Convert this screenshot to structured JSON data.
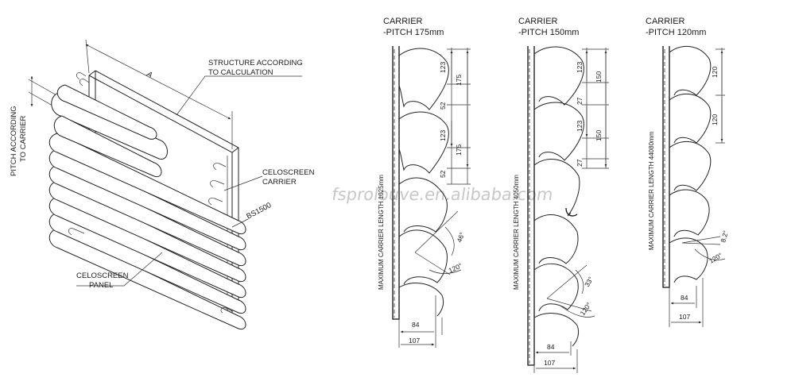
{
  "assembly": {
    "label_a": "A",
    "structure_label_1": "STRUCTURE ACCORDING",
    "structure_label_2": "TO CALCULATION",
    "pitch_label_1": "PITCH ACCORDING",
    "pitch_label_2": "TO CARRIER",
    "carrier_label_1": "CELOSCREEN",
    "carrier_label_2": "CARRIER",
    "bolt_label": "BS1500",
    "panel_label_1": "CELOSCREEN",
    "panel_label_2": "PANEL"
  },
  "watermark": "fsprolouve.en.alibaba.com",
  "carriers": [
    {
      "title_1": "CARRIER",
      "title_2": "-PITCH 175mm",
      "length_label": "MAXIMUM CARRIER LENGTH 1025mm",
      "dims": [
        "123",
        "175",
        "52",
        "123",
        "175",
        "52"
      ],
      "angle_1": "46°",
      "angle_2": "120°",
      "width_1": "84",
      "width_2": "107"
    },
    {
      "title_1": "CARRIER",
      "title_2": "-PITCH 150mm",
      "length_label": "MAXIMUM CARRIER LENGTH 4050mm",
      "dims": [
        "123",
        "150",
        "27",
        "123",
        "150",
        "27"
      ],
      "angle_1": "33°",
      "angle_2": "120°",
      "width_1": "84",
      "width_2": "107"
    },
    {
      "title_1": "CARRIER",
      "title_2": "-PITCH 120mm",
      "length_label": "MAXIMUM CARRIER LENGTH 44080mm",
      "dims": [
        "120",
        "120"
      ],
      "angle_1": "8.2°",
      "angle_2": "120°",
      "width_1": "84",
      "width_2": "107"
    }
  ]
}
